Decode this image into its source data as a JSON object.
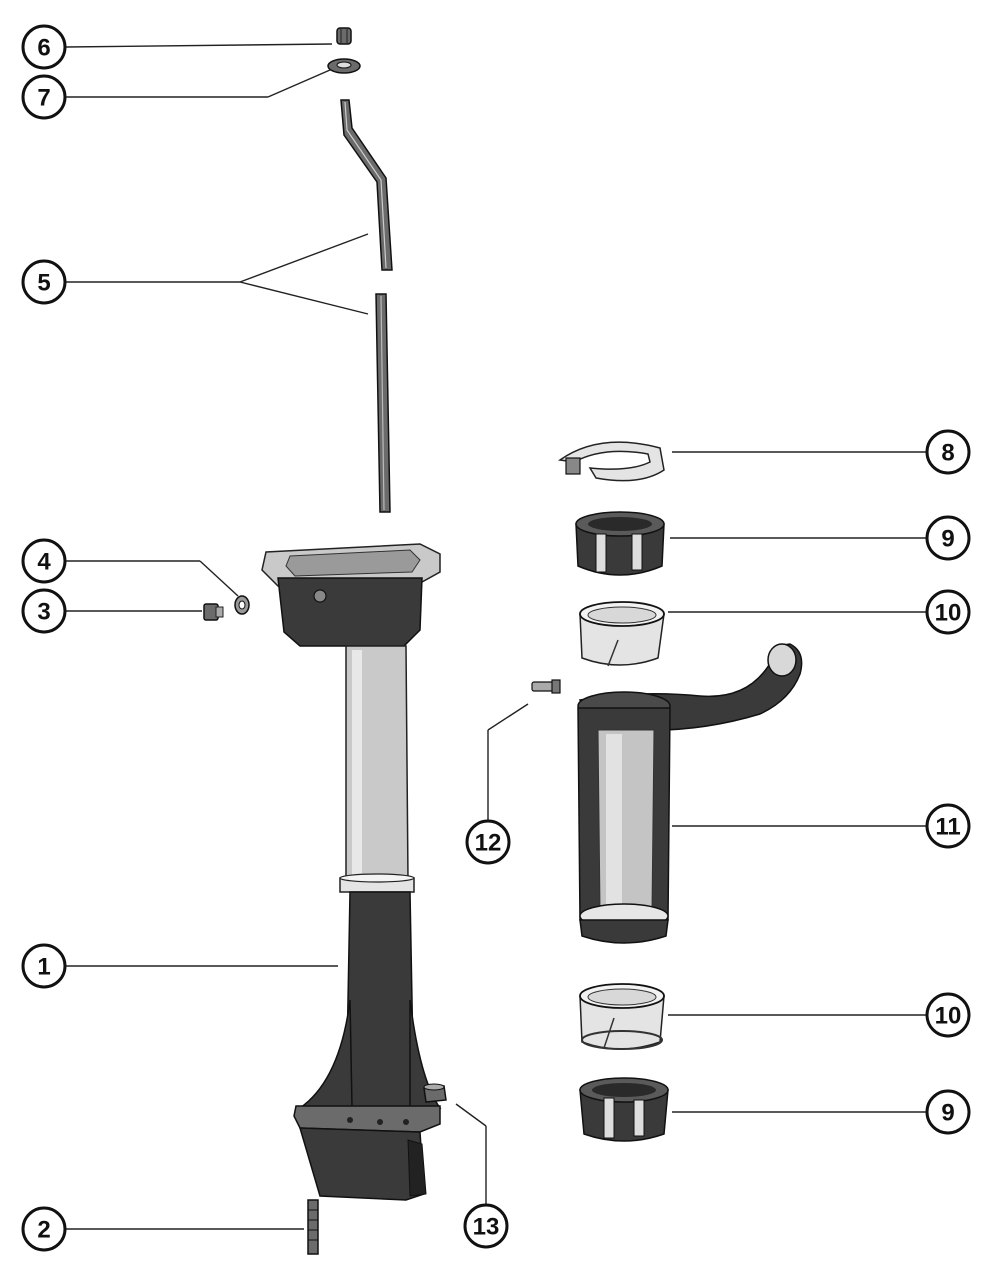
{
  "callouts": [
    {
      "id": "c6",
      "label": "6"
    },
    {
      "id": "c7",
      "label": "7"
    },
    {
      "id": "c5",
      "label": "5"
    },
    {
      "id": "c4",
      "label": "4"
    },
    {
      "id": "c3",
      "label": "3"
    },
    {
      "id": "c1",
      "label": "1"
    },
    {
      "id": "c2",
      "label": "2"
    },
    {
      "id": "c13",
      "label": "13"
    },
    {
      "id": "c12",
      "label": "12"
    },
    {
      "id": "c8",
      "label": "8"
    },
    {
      "id": "c9a",
      "label": "9"
    },
    {
      "id": "c10a",
      "label": "10"
    },
    {
      "id": "c11",
      "label": "11"
    },
    {
      "id": "c10b",
      "label": "10"
    },
    {
      "id": "c9b",
      "label": "9"
    }
  ]
}
